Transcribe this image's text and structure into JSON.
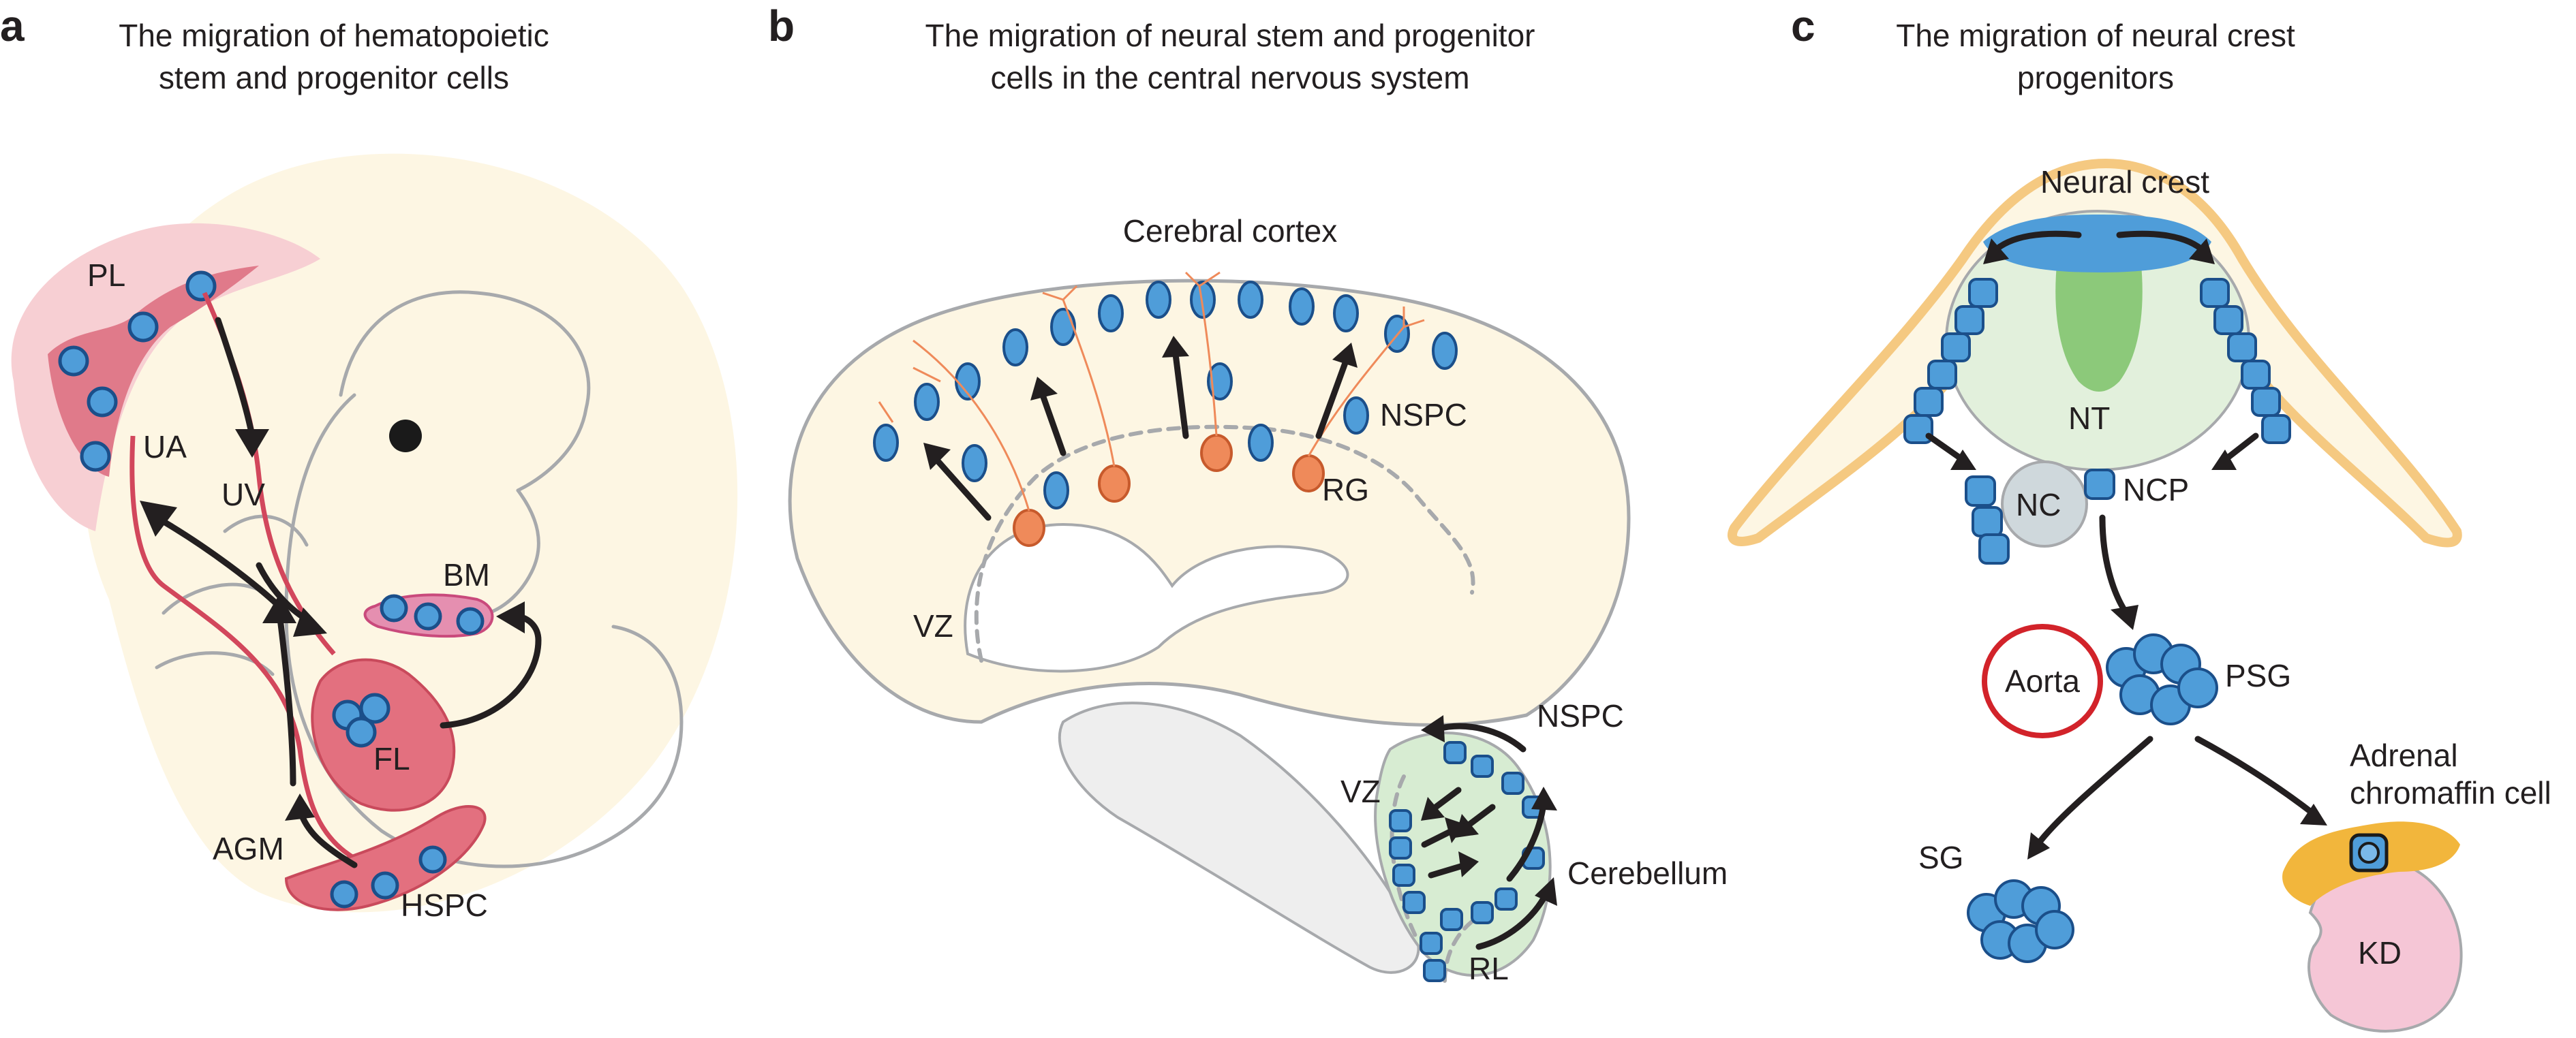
{
  "panels": [
    {
      "letter": "a",
      "title_lines": [
        "The migration of hematopoietic",
        "stem and progenitor cells"
      ]
    },
    {
      "letter": "b",
      "title_lines": [
        "The migration of neural stem and progenitor",
        "cells in the central nervous system"
      ]
    },
    {
      "letter": "c",
      "title_lines": [
        "The migration of neural crest",
        "progenitors"
      ]
    }
  ],
  "panel_a": {
    "labels": {
      "pl": "PL",
      "ua": "UA",
      "uv": "UV",
      "bm": "BM",
      "fl": "FL",
      "agm": "AGM",
      "hspc": "HSPC"
    }
  },
  "panel_b": {
    "labels": {
      "cerebral_cortex": "Cerebral cortex",
      "nspc_top": "NSPC",
      "rg": "RG",
      "vz_top": "VZ",
      "nspc_bottom": "NSPC",
      "vz_bottom": "VZ",
      "cerebellum": "Cerebellum",
      "rl": "RL"
    }
  },
  "panel_c": {
    "labels": {
      "neural_crest": "Neural crest",
      "nt": "NT",
      "nc": "NC",
      "ncp": "NCP",
      "aorta": "Aorta",
      "psg": "PSG",
      "adrenal_line1": "Adrenal",
      "adrenal_line2": "chromaffin cell",
      "sg": "SG",
      "kd": "KD"
    }
  },
  "colors": {
    "cell_fill": "#4f9dd9",
    "cell_stroke": "#1b4f8a",
    "embryo_bg": "#fdf6e3",
    "placenta": "#f4c4c8",
    "placenta_dark": "#e07a8a",
    "liver": "#e3707f",
    "rg_cell": "#ef8a5a",
    "cerebellum_bg": "#d7ecd2",
    "neural_tube": "#8cc97a",
    "crest_band": "#f5c981",
    "aorta": "#d2232a",
    "adrenal": "#f2b63c",
    "kidney": "#f5c6d6"
  }
}
